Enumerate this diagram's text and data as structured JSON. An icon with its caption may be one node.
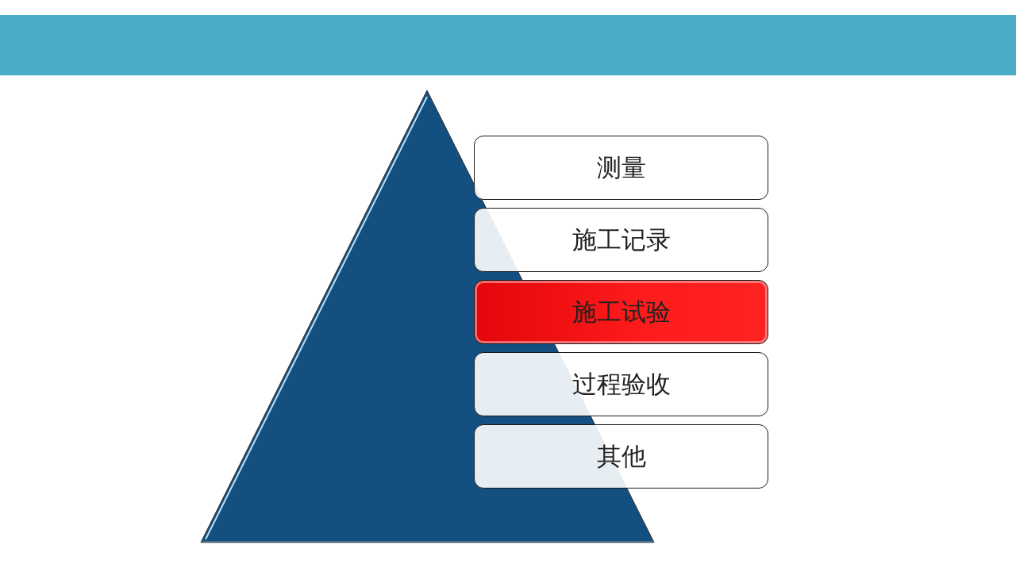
{
  "diagram": {
    "nodes": [
      {
        "text": [],
        "shape": "triangle"
      },
      {
        "text": [
          "测量"
        ]
      },
      {
        "text": [
          "施工记录"
        ]
      },
      {
        "text": [
          "施工试验"
        ]
      },
      {
        "text": [
          "过程验收"
        ]
      },
      {
        "text": [
          "其他"
        ]
      }
    ]
  }
}
